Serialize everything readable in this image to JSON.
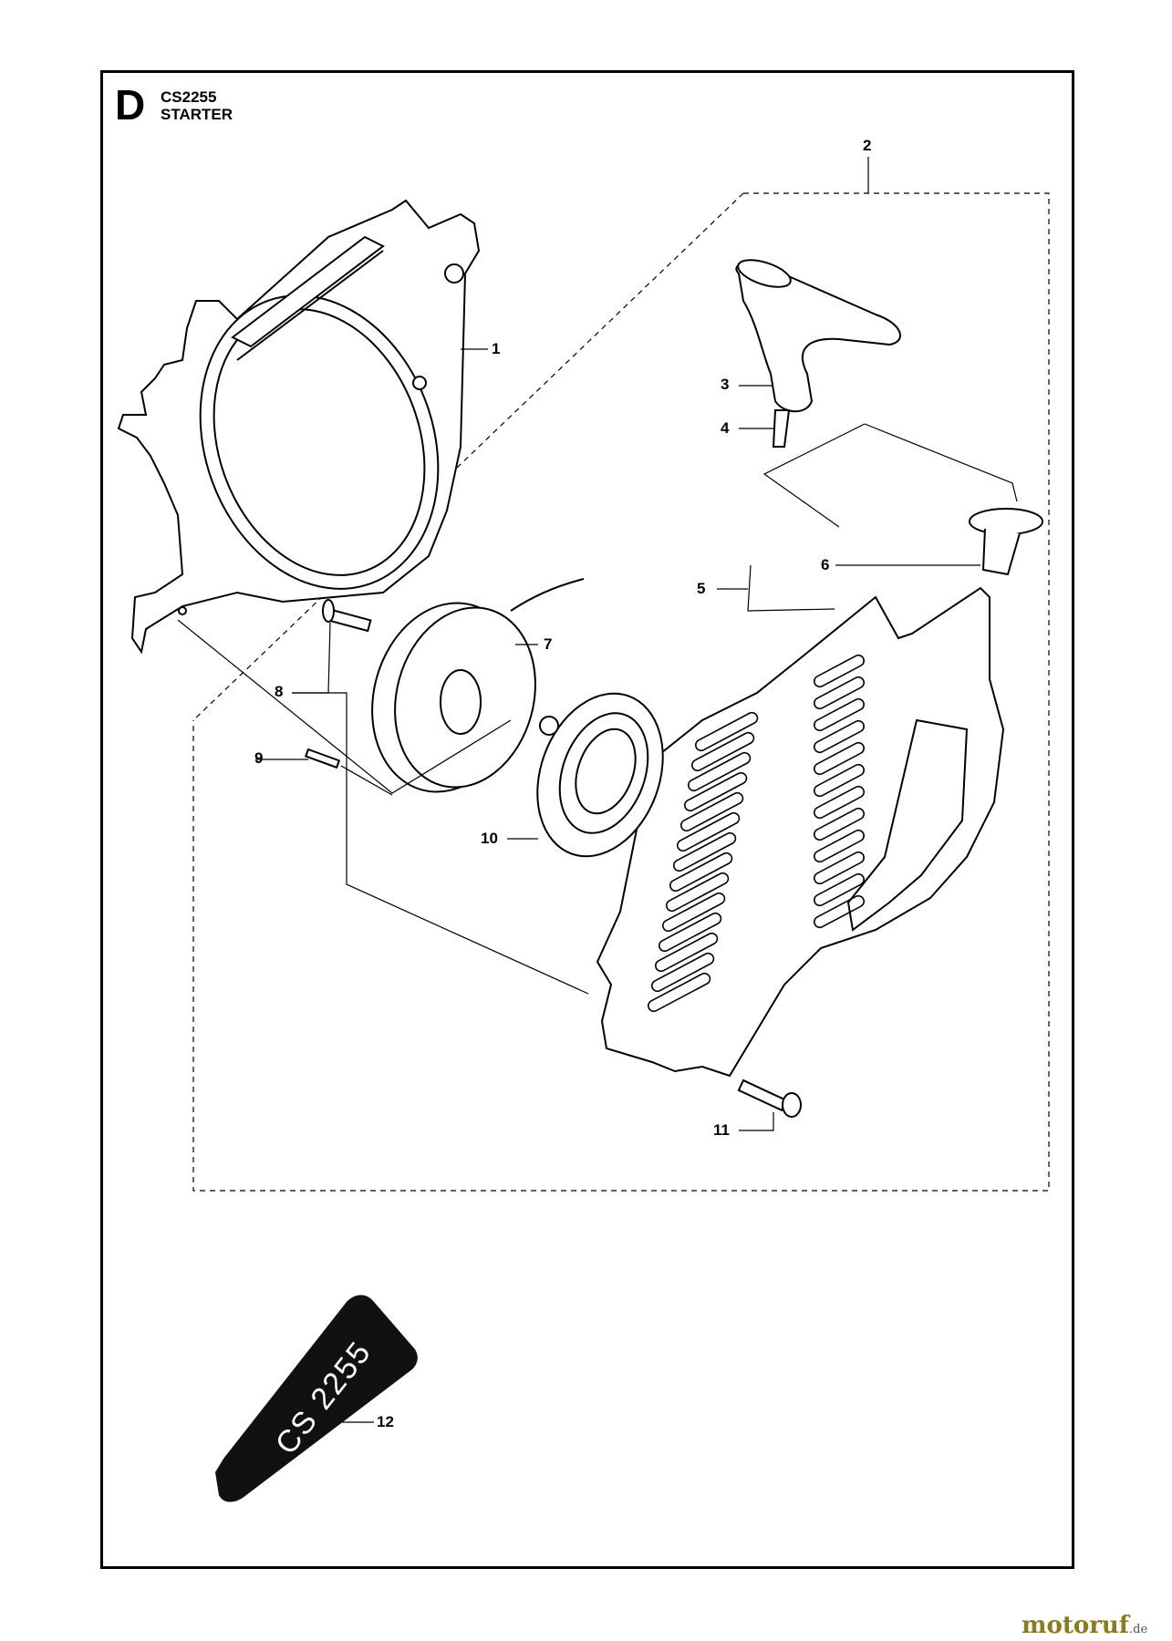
{
  "header": {
    "section_letter": "D",
    "model": "CS2255",
    "title": "STARTER"
  },
  "callouts": [
    "1",
    "2",
    "3",
    "4",
    "5",
    "6",
    "7",
    "8",
    "9",
    "10",
    "11",
    "12"
  ],
  "decal": {
    "text": "CS 2255"
  },
  "footer": {
    "brand": "motoruf",
    "tld": ".de"
  },
  "colors": {
    "line": "#000000",
    "brand": "#8a7a22",
    "decal": "#111111"
  }
}
